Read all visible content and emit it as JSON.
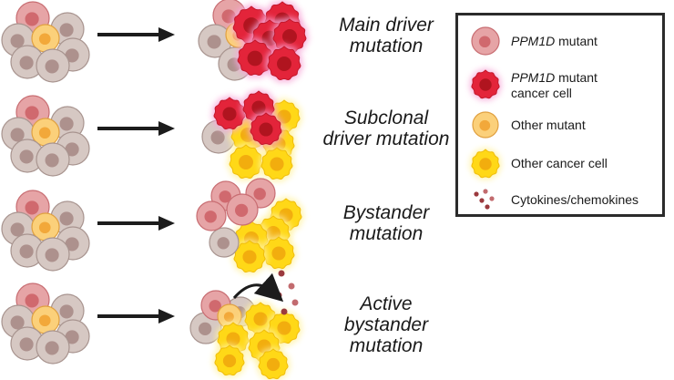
{
  "rows": [
    {
      "label_lines": [
        "Main driver",
        "mutation"
      ]
    },
    {
      "label_lines": [
        "Subclonal",
        "driver mutation"
      ]
    },
    {
      "label_lines": [
        "Bystander",
        "mutation"
      ]
    },
    {
      "label_lines": [
        "Active",
        "bystander",
        "mutation"
      ]
    }
  ],
  "legend": {
    "ppm1d_mutant": {
      "gene": "PPM1D",
      "rest": " mutant"
    },
    "ppm1d_cancer": {
      "gene": "PPM1D",
      "rest": " mutant",
      "line2": "cancer cell"
    },
    "other_mutant": "Other mutant",
    "other_cancer": "Other cancer cell",
    "cytokines": "Cytokines/chemokines"
  },
  "colors": {
    "normal_cell": "#d6c8c3",
    "normal_nucleus": "#ad918d",
    "ppm1d_mutant": "#e6a4a6",
    "ppm1d_mutant_nucleus": "#d0696e",
    "ppm1d_cancer": "#e3243a",
    "ppm1d_cancer_nucleus": "#b0141f",
    "ppm1d_glow": "#f7a7d8",
    "other_mutant": "#fbd07a",
    "other_mutant_nucleus": "#f2a83a",
    "other_cancer": "#ffd817",
    "other_cancer_nucleus": "#f2ad0e",
    "cytokine": "#9b3a3e",
    "arrow": "#1c1c1c"
  }
}
